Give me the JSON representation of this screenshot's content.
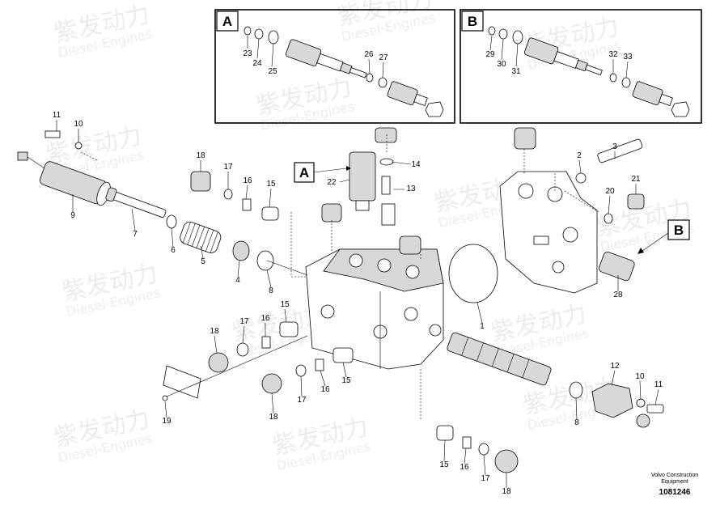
{
  "watermark": {
    "cn": "紫发动力",
    "en": "Diesel-Engines"
  },
  "detail_boxes": [
    {
      "label": "A",
      "callouts": [
        "23",
        "24",
        "25",
        "26",
        "27"
      ]
    },
    {
      "label": "B",
      "callouts": [
        "29",
        "30",
        "31",
        "32",
        "33"
      ]
    }
  ],
  "reference_labels": [
    "A",
    "B"
  ],
  "callouts": [
    "11",
    "10",
    "9",
    "7",
    "6",
    "5",
    "4",
    "8",
    "18",
    "17",
    "16",
    "15",
    "22",
    "14",
    "13",
    "2",
    "3",
    "21",
    "20",
    "28",
    "1",
    "19",
    "12"
  ],
  "footer": {
    "brand_line1": "Volvo Construction",
    "brand_line2": "Equipment",
    "part_number": "1081246"
  }
}
